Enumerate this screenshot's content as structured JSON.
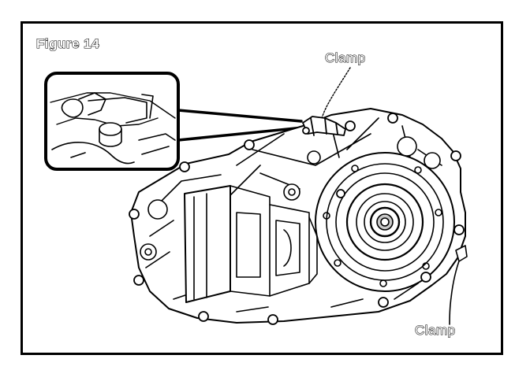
{
  "figure": {
    "title": "Figure 14"
  },
  "callouts": {
    "top_label": "Clamp",
    "bottom_label": "Clamp"
  },
  "colors": {
    "ink": "#000000",
    "paper": "#ffffff",
    "shade": "#c8c8c8"
  }
}
